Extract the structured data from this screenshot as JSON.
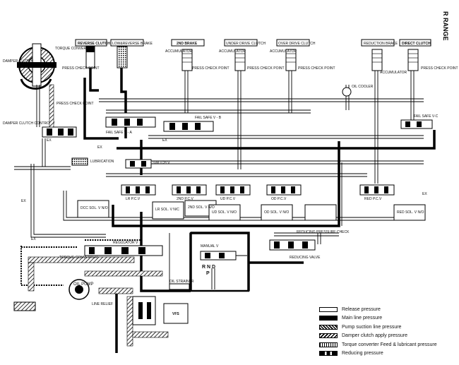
{
  "title": "R RANGE",
  "components": {
    "torque_converter": "TORQUE CONVERTER",
    "damper_clutch": "DAMPER CLUTCH",
    "damper_clutch_control_valve": "DAMPER CLUTCH CONTROL V",
    "reverse_clutch": "REVERSE CLUTCH",
    "low_reverse_brake": "LOW&REVERSE BRAKE",
    "second_brake": "2ND BRAKE",
    "under_drive_clutch": "UNDER DRIVE CLUTCH",
    "over_drive_clutch": "OVER DRIVE CLUTCH",
    "reduction_brake": "REDUCTION BRAKE",
    "direct_clutch": "DIRECT CLUTCH",
    "fail_safe_va": "FAIL SAFE V - A",
    "fail_safe_vb": "FAIL SAFE V - B",
    "fail_safe_vc": "FAIL SAFE V-C",
    "switch_v": "SWITCH V",
    "lr_pcv": "LR P.C.V",
    "second_pcv": "2ND P.C.V",
    "ud_pcv": "UD P.C.V",
    "od_pcv": "OD P.C.V",
    "red_pcv": "RED P.C.V",
    "dcc_sol": "DCC SOL. V N/O",
    "lr_sol": "LR SOL. V N/C",
    "second_sol": "2ND SOL. V N/O",
    "ud_sol": "UD SOL. V N/O",
    "od_sol": "OD SOL. V N/O",
    "red_sol": "RED SOL. V N/O",
    "regulator_v": "REGULATOR V",
    "manual_v": "MANUAL V",
    "reducing_valve": "REDUCING VALVE",
    "oil_pump": "OIL PUMP",
    "line_relief": "LINE RELIEF",
    "oil_strainer": "OIL STRAINER",
    "vfs": "VFS",
    "lubrication": "LUBRICATION",
    "accumulator": "ACCUMULATOR",
    "check_point": "PRESS CHECK POINT",
    "cooler": "OIL COOLER",
    "reducing_check": "REDUCING PRESSURE CHECK",
    "torque_conv_small": "TORQUE CONVERTER",
    "manual_positions": "R N D",
    "manual_p": "P",
    "ex": "EX"
  },
  "legend": {
    "items": [
      {
        "label": "Release pressure",
        "style": "release"
      },
      {
        "label": "Main line pressure",
        "style": "main"
      },
      {
        "label": "Pump suction line pressure",
        "style": "suction"
      },
      {
        "label": "Damper clutch apply pressure",
        "style": "damper"
      },
      {
        "label": "Torque converter Feed & lubricant pressure",
        "style": "torque"
      },
      {
        "label": "Reducing pressure",
        "style": "reducing"
      }
    ]
  }
}
